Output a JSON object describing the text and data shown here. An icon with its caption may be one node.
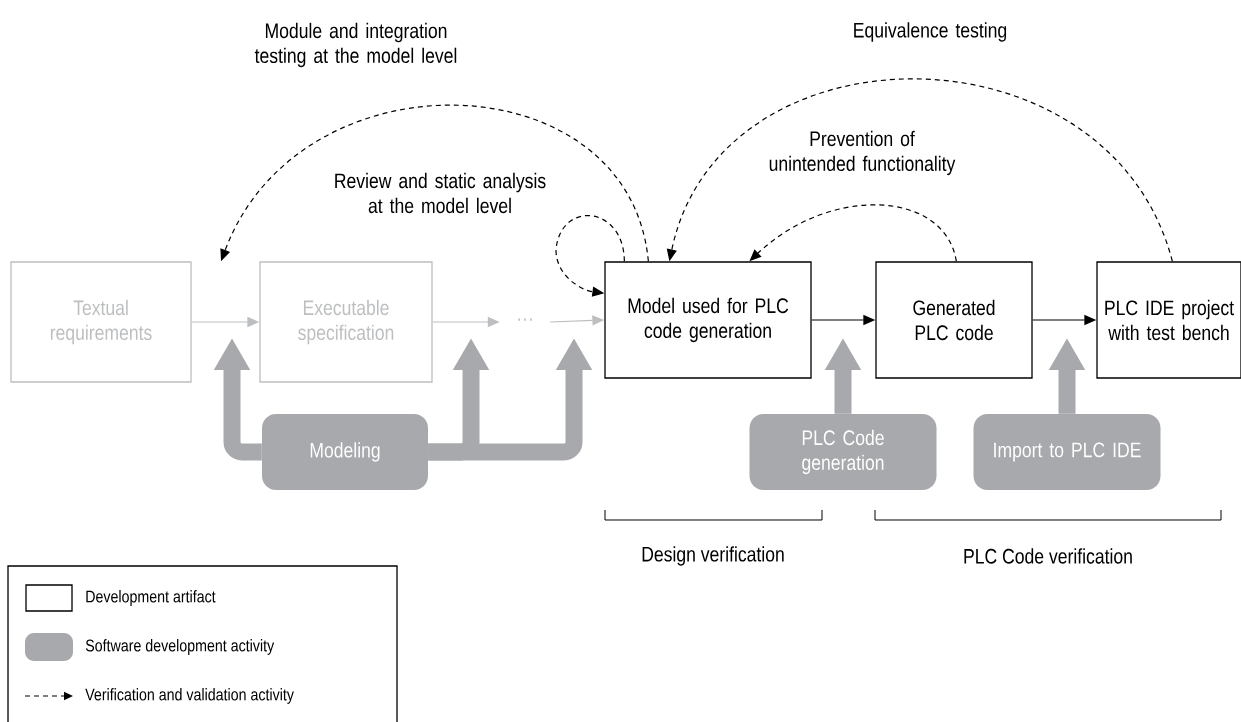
{
  "diagram": {
    "nodes": [
      {
        "text": [
          "Textual requirements"
        ]
      },
      {
        "text": [
          "Executable specification"
        ]
      },
      {
        "text": [
          "···"
        ]
      },
      {
        "text": [
          "Model used for PLC code generation"
        ]
      },
      {
        "text": [
          "Generated PLC code"
        ]
      },
      {
        "text": [
          "PLC IDE project with test bench"
        ]
      },
      {
        "text": [
          "Modeling"
        ]
      },
      {
        "text": [
          "PLC Code generation"
        ]
      },
      {
        "text": [
          "Import to PLC IDE"
        ]
      }
    ],
    "edges": [
      {
        "from": 0,
        "to": 1,
        "arrow": "to",
        "color": "#bcbec0"
      },
      {
        "from": 1,
        "to": 2,
        "arrow": "to",
        "color": "#bcbec0"
      },
      {
        "from": 2,
        "to": 3,
        "arrow": "to",
        "color": "#bcbec0"
      },
      {
        "from": 3,
        "to": 4,
        "arrow": "to"
      },
      {
        "from": 4,
        "to": 5,
        "arrow": "to"
      },
      {
        "from": 3,
        "to": 0,
        "arrow": "to",
        "style": "dashed",
        "label": "Module and integration testing at the model level"
      },
      {
        "from": 3,
        "to": 3,
        "arrow": "to",
        "style": "dashed",
        "label": "Review and static analysis at the model level"
      },
      {
        "from": 4,
        "to": 3,
        "arrow": "to",
        "style": "dashed",
        "label": "Prevention of unintended functionality"
      },
      {
        "from": 5,
        "to": 3,
        "arrow": "to",
        "style": "dashed",
        "label": "Equivalence testing"
      },
      {
        "from": 6,
        "to": null,
        "arrow": "to",
        "style": "thick",
        "color": "#a7a9ac"
      },
      {
        "from": 6,
        "to": null,
        "arrow": "to",
        "style": "thick",
        "color": "#a7a9ac"
      },
      {
        "from": 6,
        "to": null,
        "arrow": "to",
        "style": "thick",
        "color": "#a7a9ac"
      },
      {
        "from": 7,
        "to": null,
        "arrow": "to",
        "style": "thick",
        "color": "#a7a9ac"
      },
      {
        "from": 8,
        "to": null,
        "arrow": "to",
        "style": "thick",
        "color": "#a7a9ac"
      }
    ],
    "labels": [
      "Design verification",
      "PLC Code verification"
    ],
    "legend": [
      {
        "text": "Development artifact"
      },
      {
        "text": "Software development activity",
        "color": "#a7a9ac"
      },
      {
        "text": "Verification and validation activity"
      }
    ]
  }
}
